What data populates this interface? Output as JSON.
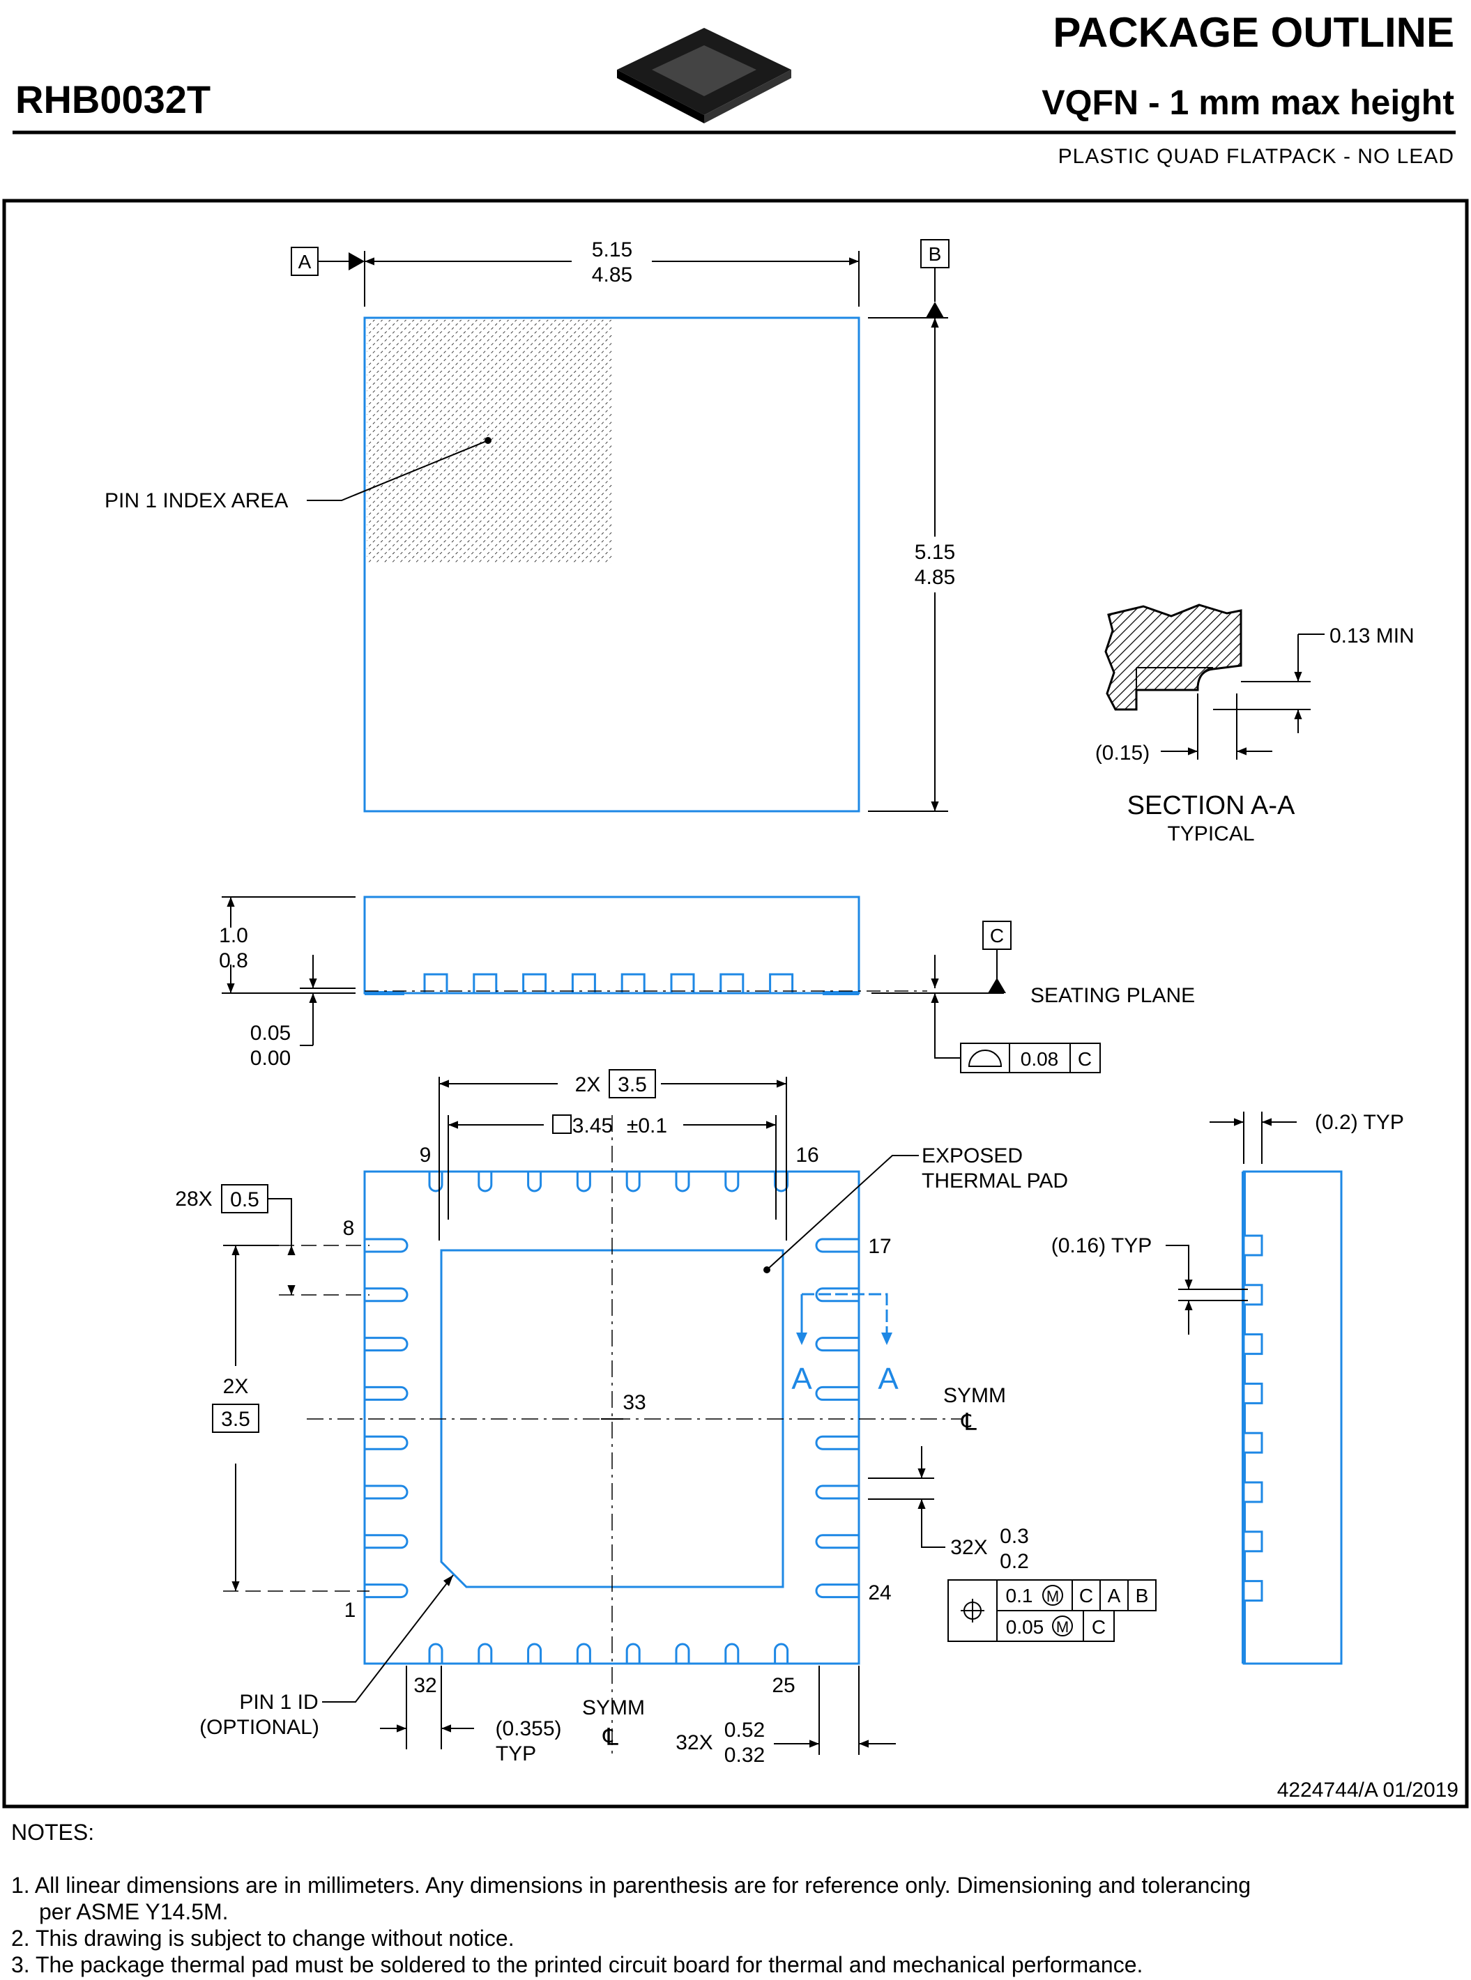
{
  "header": {
    "part_number": "RHB0032T",
    "title": "PACKAGE OUTLINE",
    "subtitle": "VQFN - 1 mm max height",
    "description": "PLASTIC QUAD FLATPACK - NO LEAD"
  },
  "top_view": {
    "datum_a": "A",
    "datum_b": "B",
    "width_max": "5.15",
    "width_min": "4.85",
    "height_max": "5.15",
    "height_min": "4.85",
    "pin1_label": "PIN 1 INDEX AREA"
  },
  "section": {
    "min_label": "0.13 MIN",
    "ref_label": "(0.15)",
    "title": "SECTION A-A",
    "subtitle": "TYPICAL"
  },
  "side_view": {
    "height_max": "1.0",
    "height_min": "0.8",
    "standoff_max": "0.05",
    "standoff_min": "0.00",
    "datum_c": "C",
    "seating_plane": "SEATING PLANE",
    "flatness_value": "0.08",
    "flatness_datum": "C"
  },
  "bottom_view": {
    "pitch_count": "2X",
    "pitch_value": "3.5",
    "pad_size": "3.45",
    "pad_tol": "±0.1",
    "pin_9": "9",
    "pin_16": "16",
    "pin_8": "8",
    "pin_17": "17",
    "pin_1": "1",
    "pin_24": "24",
    "pin_32": "32",
    "pin_25": "25",
    "pin_33": "33",
    "exposed_pad_label_1": "EXPOSED",
    "exposed_pad_label_2": "THERMAL PAD",
    "lead_pitch_count": "28X",
    "lead_pitch_value": "0.5",
    "left_count": "2X",
    "left_value": "3.5",
    "section_a": "A",
    "symm": "SYMM",
    "centerline": "℄",
    "lead_width_count": "32X",
    "lead_width_max": "0.3",
    "lead_width_min": "0.2",
    "pos_tol_1": "0.1",
    "pos_tol_2": "0.05",
    "ref_c": "C",
    "ref_a": "A",
    "ref_b": "B",
    "pin1_id_1": "PIN 1 ID",
    "pin1_id_2": "(OPTIONAL)",
    "chamfer_ref": "(0.355)",
    "typ": "TYP",
    "lead_len_count": "32X",
    "lead_len_max": "0.52",
    "lead_len_min": "0.32"
  },
  "edge_view": {
    "thickness_ref": "(0.2) TYP",
    "step_ref": "(0.16) TYP"
  },
  "footer": {
    "doc_id": "4224744/A   01/2019"
  },
  "notes": {
    "heading": "NOTES:",
    "n1_a": "1. All linear dimensions are in millimeters. Any dimensions in parenthesis are for reference only. Dimensioning and tolerancing",
    "n1_b": "per ASME Y14.5M.",
    "n2": "2. This drawing is subject to change without notice.",
    "n3": "3. The package thermal pad must be soldered to the printed circuit board for thermal and mechanical performance."
  },
  "colors": {
    "outline": "#1e88e5",
    "ink": "#000000"
  }
}
